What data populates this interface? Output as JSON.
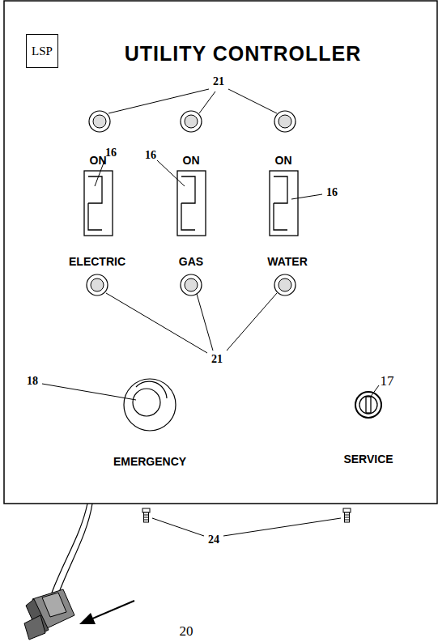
{
  "diagram": {
    "title": "UTILITY CONTROLLER",
    "nodes": [
      {
        "text": [
          "LSP"
        ]
      }
    ],
    "labels": [
      "21",
      "ON",
      "ON",
      "ON",
      "16",
      "16",
      "16",
      "ELECTRIC",
      "GAS",
      "WATER",
      "21",
      "18",
      "EMERGENCY",
      "17",
      "SERVICE",
      "24",
      "20"
    ]
  }
}
